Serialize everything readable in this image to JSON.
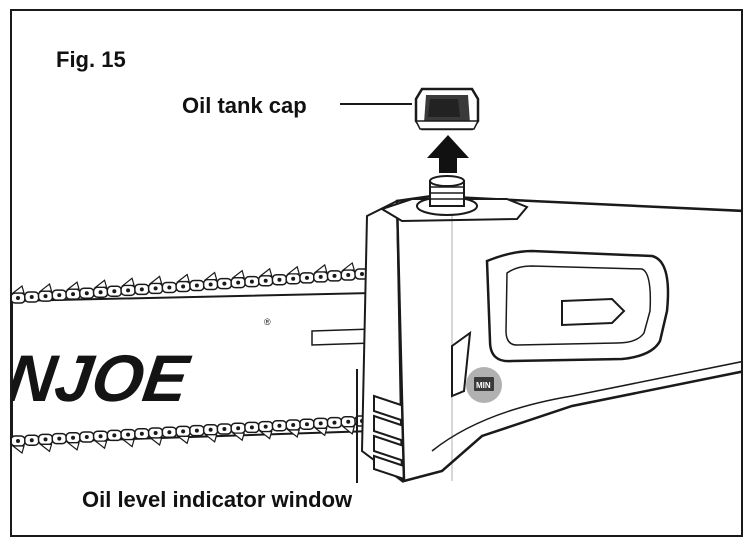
{
  "figure": {
    "label": "Fig. 15"
  },
  "callouts": {
    "oil_tank_cap": "Oil tank cap",
    "oil_level_window": "Oil level indicator window"
  },
  "branding": {
    "bar_logo": "UNJOE",
    "registered_mark": "®",
    "window_marks": "MIN"
  },
  "colors": {
    "line": "#1a1a1a",
    "indicator_fill": "#a8a8a8",
    "cap_fill": "#3a3a3a"
  }
}
